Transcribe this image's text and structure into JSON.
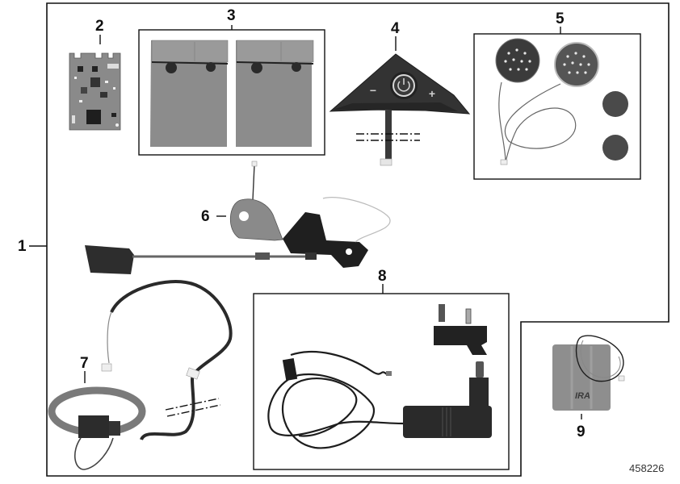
{
  "diagram": {
    "title": "Parts diagram – helmet communication system kit",
    "document_number": "458226",
    "callouts": [
      {
        "id": "1",
        "part": "Communication system kit (complete set)"
      },
      {
        "id": "2",
        "part": "Circuit board / electronics module"
      },
      {
        "id": "3",
        "part": "Fabric pouches (pair)"
      },
      {
        "id": "4",
        "part": "Control unit with power button, minus and plus keys"
      },
      {
        "id": "5",
        "part": "Speakers with cable and foam covers"
      },
      {
        "id": "6",
        "part": "Boom microphone with mounting bracket"
      },
      {
        "id": "7",
        "part": "Cable harness with strap"
      },
      {
        "id": "8",
        "part": "Charger with interchangeable plug adapter"
      },
      {
        "id": "9",
        "part": "Battery pack with connector"
      }
    ],
    "control_unit": {
      "minus_symbol": "−",
      "plus_symbol": "+",
      "power_symbol": "⏻"
    },
    "battery_brand": "IRA",
    "colors": {
      "line": "#111111",
      "part_dark": "#2e2e2e",
      "part_mid": "#7d7d7d",
      "part_light": "#a8a8a8",
      "background": "#ffffff"
    }
  }
}
